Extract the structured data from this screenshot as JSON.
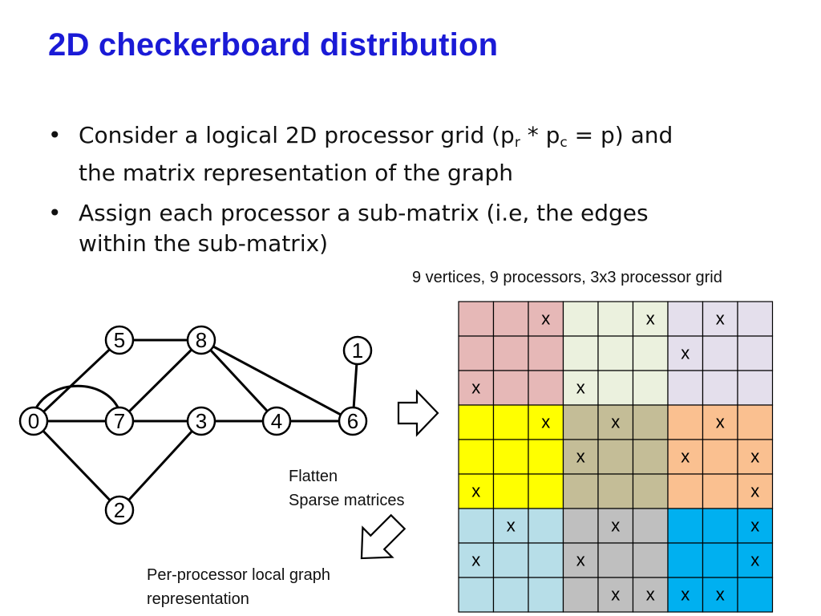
{
  "title": "2D checkerboard distribution",
  "bullets": {
    "b1": {
      "dot": "•",
      "pre": "Consider a logical 2D processor grid (p",
      "sub_r": "r",
      "mid1": " * p",
      "sub_c": "c",
      "mid2": " = p) and",
      "line2": "the matrix representation of the graph"
    },
    "b2": {
      "dot": "•",
      "line1": "Assign each processor a sub-matrix (i.e, the edges",
      "line2": "within the sub-matrix)"
    }
  },
  "matrix_caption": "9 vertices, 9 processors, 3x3 processor grid",
  "flatten_note": {
    "line1": "Flatten",
    "line2": "Sparse matrices"
  },
  "local_note": {
    "line1": "Per-processor local graph",
    "line2": "representation"
  },
  "graph": {
    "nodes": [
      {
        "id": "0",
        "label": "0"
      },
      {
        "id": "5",
        "label": "5"
      },
      {
        "id": "8",
        "label": "8"
      },
      {
        "id": "1",
        "label": "1"
      },
      {
        "id": "7",
        "label": "7"
      },
      {
        "id": "3",
        "label": "3"
      },
      {
        "id": "4",
        "label": "4"
      },
      {
        "id": "6",
        "label": "6"
      },
      {
        "id": "2",
        "label": "2"
      }
    ],
    "edges": [
      [
        "0",
        "5"
      ],
      [
        "0",
        "7"
      ],
      [
        "0",
        "2"
      ],
      [
        "5",
        "8"
      ],
      [
        "8",
        "7"
      ],
      [
        "8",
        "4"
      ],
      [
        "8",
        "6"
      ],
      [
        "7",
        "3"
      ],
      [
        "3",
        "4"
      ],
      [
        "4",
        "6"
      ],
      [
        "6",
        "1"
      ],
      [
        "3",
        "2"
      ]
    ]
  },
  "block_colors": {
    "b00": "#e6b8b7",
    "b01": "#ebf1de",
    "b02": "#e4dfec",
    "b10": "#ffff00",
    "b11": "#c4bd97",
    "b12": "#fac090",
    "b20": "#b7dee8",
    "b21": "#bfbfbf",
    "b22": "#00b0f0"
  },
  "matrix_marks": [
    [
      0,
      0,
      1,
      0,
      0,
      1,
      0,
      1,
      0
    ],
    [
      0,
      0,
      0,
      0,
      0,
      0,
      1,
      0,
      0
    ],
    [
      1,
      0,
      0,
      1,
      0,
      0,
      0,
      0,
      0
    ],
    [
      0,
      0,
      1,
      0,
      1,
      0,
      0,
      1,
      0
    ],
    [
      0,
      0,
      0,
      1,
      0,
      0,
      1,
      0,
      1
    ],
    [
      1,
      0,
      0,
      0,
      0,
      0,
      0,
      0,
      1
    ],
    [
      0,
      1,
      0,
      0,
      1,
      0,
      0,
      0,
      1
    ],
    [
      1,
      0,
      0,
      1,
      0,
      0,
      0,
      0,
      1
    ],
    [
      0,
      0,
      0,
      0,
      1,
      1,
      1,
      1,
      0
    ]
  ],
  "mark_glyph": "x",
  "icons": {
    "flatten_arrow": "right-arrow-icon",
    "local_arrow": "down-left-arrow-icon"
  }
}
